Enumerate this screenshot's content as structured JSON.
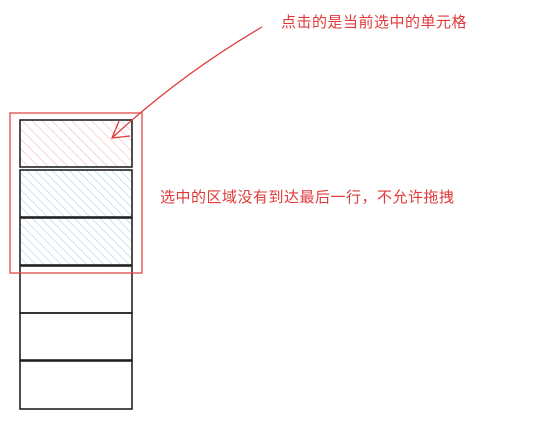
{
  "annotations": {
    "clicked_cell_note": "点击的是当前选中的单元格",
    "drag_note": "选中的区域没有到达最后一行，不允许拖拽"
  },
  "colors": {
    "annotation_red": "#e03a3a",
    "selection_border": "#e04848",
    "clicked_cell_hatch": "#f4b8b8",
    "selected_cell_hatch": "#a9d3ee",
    "cell_border": "#222222"
  },
  "cells": [
    {
      "state": "clicked"
    },
    {
      "state": "selected"
    },
    {
      "state": "selected"
    },
    {
      "state": "empty"
    },
    {
      "state": "empty"
    },
    {
      "state": "empty"
    }
  ]
}
